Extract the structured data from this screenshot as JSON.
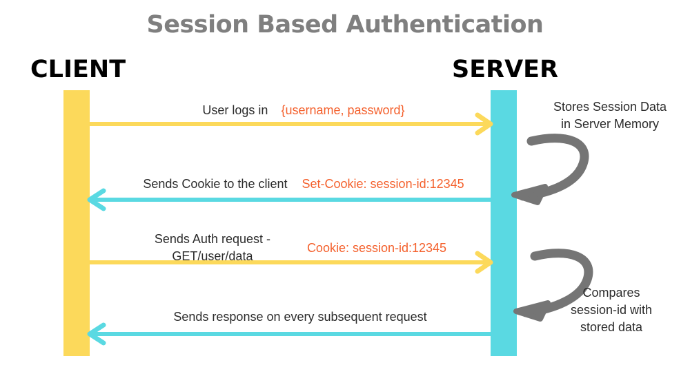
{
  "title": "Session Based Authentication",
  "colors": {
    "title": "#7f7f7f",
    "client_bar": "#FCD95B",
    "server_bar": "#5AD9E2",
    "request_arrow": "#FCD95B",
    "response_arrow": "#5AD9E2",
    "code_text": "#F4602C",
    "body_text": "#2b2b2b",
    "annotation_arrow": "#757575"
  },
  "actors": {
    "client": {
      "label": "CLIENT"
    },
    "server": {
      "label": "SERVER"
    }
  },
  "messages": [
    {
      "id": "login",
      "direction": "client-to-server",
      "text": "User logs in",
      "code": "{username, password}",
      "arrow_color": "#FCD95B"
    },
    {
      "id": "set-cookie",
      "direction": "server-to-client",
      "text": "Sends Cookie to the client",
      "code": "Set-Cookie: session-id:12345",
      "arrow_color": "#5AD9E2"
    },
    {
      "id": "auth-request",
      "direction": "client-to-server",
      "text_line1": "Sends Auth request -",
      "text_line2": "GET/user/data",
      "code": "Cookie: session-id:12345",
      "arrow_color": "#FCD95B"
    },
    {
      "id": "response",
      "direction": "server-to-client",
      "text": "Sends response on every subsequent request",
      "code": "",
      "arrow_color": "#5AD9E2"
    }
  ],
  "annotations": [
    {
      "id": "stores-session",
      "line1": "Stores Session Data",
      "line2": "in Server Memory"
    },
    {
      "id": "compares-session",
      "line1": "Compares",
      "line2": "session-id with",
      "line3": "stored data"
    }
  ]
}
